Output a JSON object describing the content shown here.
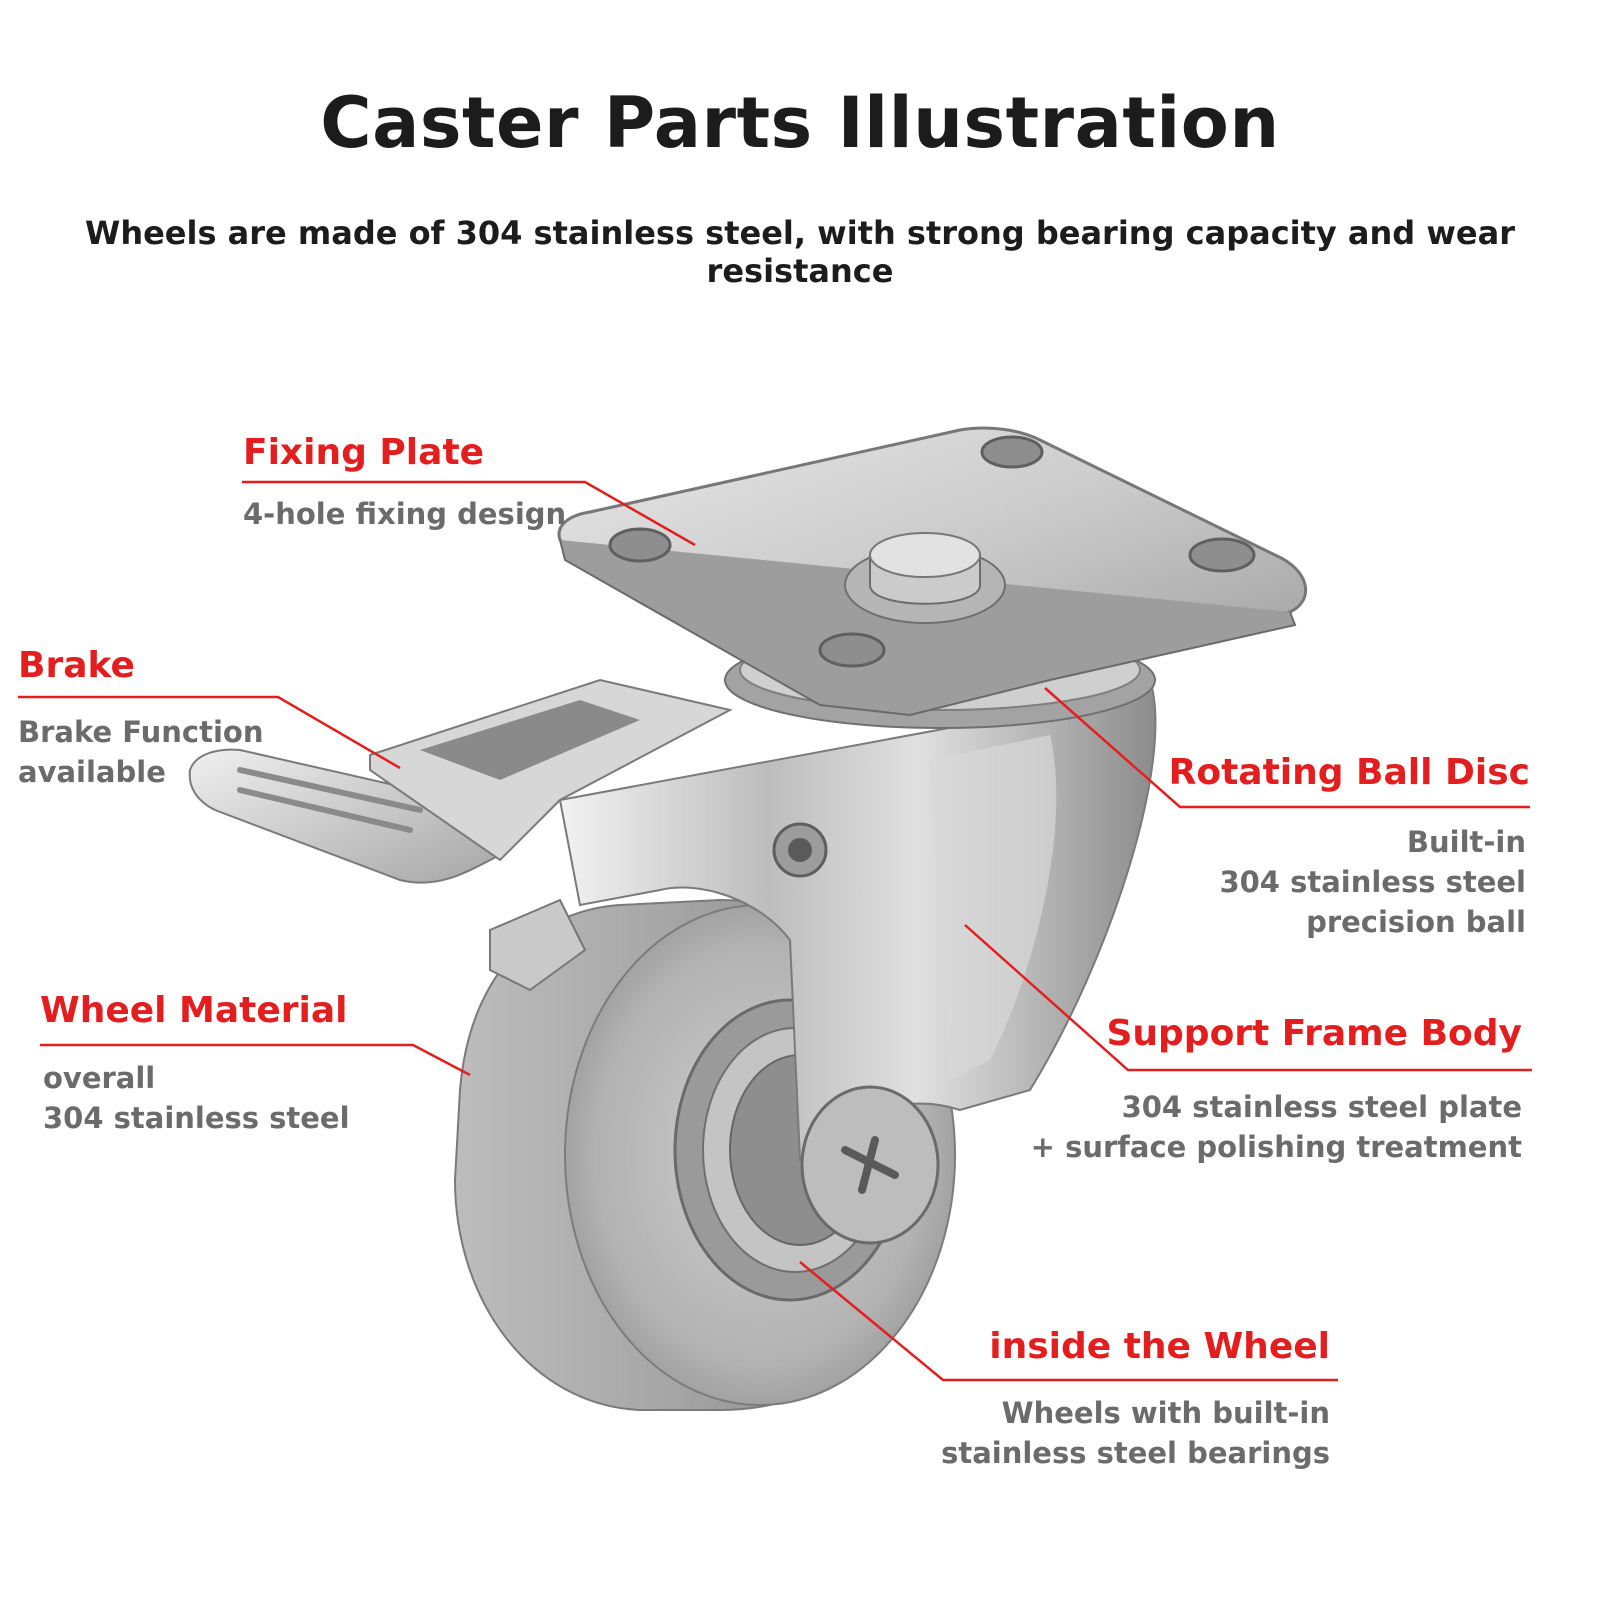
{
  "header": {
    "title": "Caster Parts Illustration",
    "subtitle": "Wheels are made of 304 stainless steel, with strong bearing capacity and wear resistance"
  },
  "parts": {
    "fixing_plate": {
      "label": "Fixing Plate",
      "desc": [
        "4-hole fixing design"
      ]
    },
    "brake": {
      "label": "Brake",
      "desc": [
        "Brake Function",
        "available"
      ]
    },
    "wheel_material": {
      "label": "Wheel Material",
      "desc": [
        "overall",
        "304 stainless steel"
      ]
    },
    "rotating_ball_disc": {
      "label": "Rotating Ball Disc",
      "desc": [
        "Built-in",
        "304 stainless steel",
        "precision ball"
      ]
    },
    "support_frame": {
      "label": "Support Frame Body",
      "desc": [
        "304 stainless steel plate",
        "+ surface polishing treatment"
      ]
    },
    "inside_wheel": {
      "label": "inside the Wheel",
      "desc": [
        "Wheels with built-in",
        "stainless steel bearings"
      ]
    }
  },
  "colors": {
    "accent": "#e41e1e",
    "title": "#1c1c1c",
    "desc": "#6b6b6b"
  }
}
